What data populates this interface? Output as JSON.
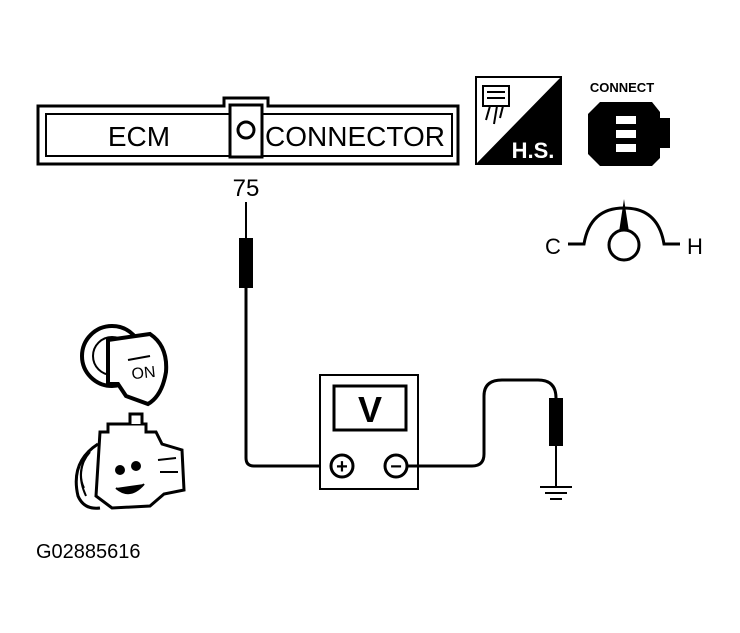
{
  "connector": {
    "left_label": "ECM",
    "right_label": "CONNECTOR",
    "pin_number": "75"
  },
  "harness_badge": {
    "label": "H.S."
  },
  "connect_icon": {
    "label": "CONNECT"
  },
  "temp_gauge": {
    "cold_label": "C",
    "hot_label": "H"
  },
  "ignition": {
    "key_label": "ON"
  },
  "voltmeter": {
    "display_label": "V",
    "positive_symbol": "+",
    "negative_symbol": "−"
  },
  "figure_id": "G02885616"
}
